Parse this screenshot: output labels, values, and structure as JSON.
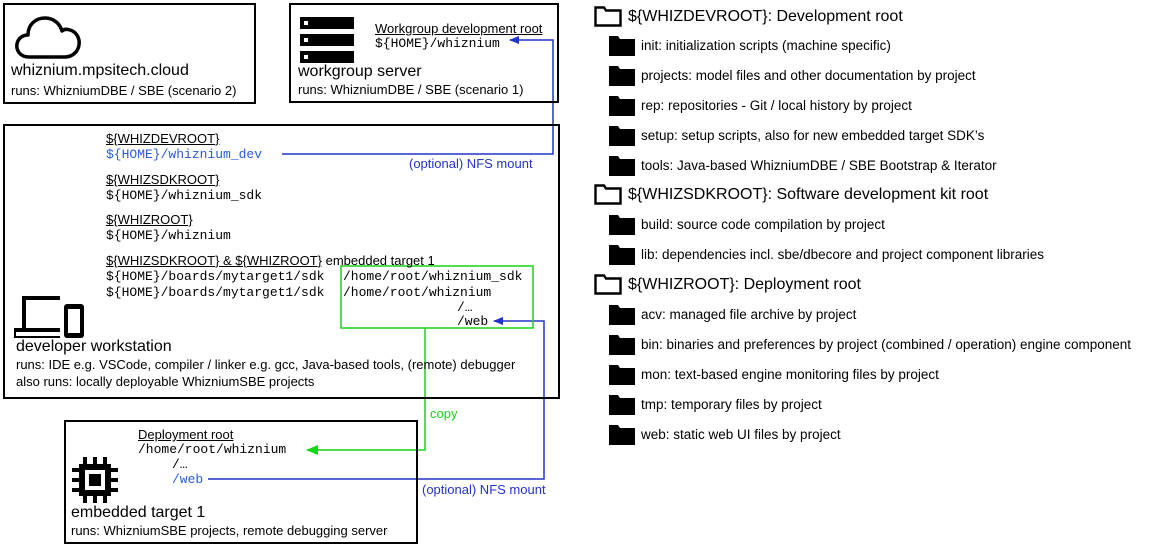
{
  "cloud": {
    "host": "whiznium.mpsitech.cloud",
    "runs": "runs: WhizniumDBE / SBE (scenario 2)"
  },
  "server": {
    "root_title": "Workgroup development root",
    "root_path": "${HOME}/whiznium",
    "name": "workgroup server",
    "runs": "runs: WhizniumDBE / SBE (scenario 1)"
  },
  "workstation": {
    "devroot_var": "${WHIZDEVROOT}",
    "devroot_path": "${HOME}/whiznium_dev",
    "sdkroot_var": "${WHIZSDKROOT}",
    "sdkroot_path": "${HOME}/whiznium_sdk",
    "root_var": "${WHIZROOT}",
    "root_path": "${HOME}/whiznium",
    "target_heading_vars": "${WHIZSDKROOT} & ${WHIZROOT}",
    "target_heading_suffix": " embedded target 1",
    "mount_left_1": "${HOME}/boards/mytarget1/sdk",
    "mount_right_1": "/home/root/whiznium_sdk",
    "mount_left_2": "${HOME}/boards/mytarget1/sdk",
    "mount_right_2": "/home/root/whiznium",
    "ellipsis": "/…",
    "web": "/web",
    "name": "developer workstation",
    "runs": "runs: IDE e.g. VSCode, compiler / linker e.g. gcc, Java-based tools, (remote) debugger",
    "also_runs": "also runs: locally deployable WhizniumSBE projects"
  },
  "target": {
    "root_title": "Deployment root",
    "root_path": "/home/root/whiznium",
    "ellipsis": "/…",
    "web": "/web",
    "name": "embedded target 1",
    "runs": "runs: WhizniumSBE projects, remote debugging server"
  },
  "connectors": {
    "nfs_mount_1": "(optional) NFS mount",
    "copy": "copy",
    "nfs_mount_2": "(optional) NFS mount"
  },
  "tree": [
    {
      "heading": "${WHIZDEVROOT}: Development root",
      "items": [
        "init: initialization scripts (machine specific)",
        "projects: model files and other documentation by project",
        "rep: repositories - Git / local history by project",
        "setup: setup scripts, also for new embedded target SDK’s",
        "tools: Java-based WhizniumDBE / SBE Bootstrap & Iterator"
      ]
    },
    {
      "heading": "${WHIZSDKROOT}: Software development kit root",
      "items": [
        "build: source code compilation by project",
        "lib: dependencies incl. sbe/dbecore and project component libraries"
      ]
    },
    {
      "heading": "${WHIZROOT}: Deployment root",
      "items": [
        "acv: managed file archive by project",
        "bin: binaries and preferences by project (combined / operation) engine component",
        "mon: text-based engine monitoring files by project",
        "tmp: temporary files by project",
        "web: static web UI files by project"
      ]
    }
  ],
  "colors": {
    "nfs_arrow": "#2233cc",
    "copy_arrow": "#18d418",
    "path_link": "#2a5bd7"
  },
  "icons": [
    "cloud-icon",
    "server-rack-icon",
    "laptop-phone-icon",
    "chip-icon",
    "folder-outline-icon",
    "folder-filled-icon"
  ]
}
